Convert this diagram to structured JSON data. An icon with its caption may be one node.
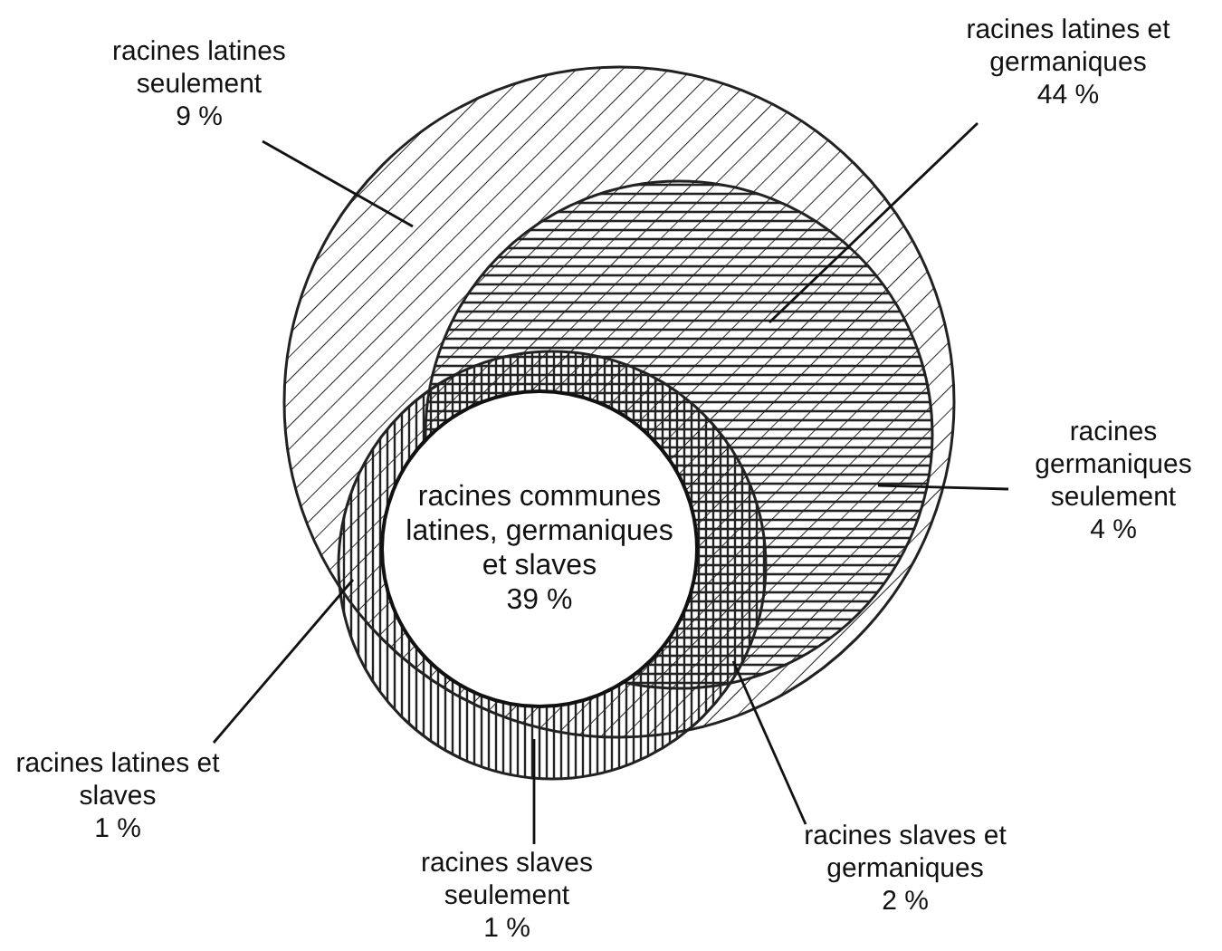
{
  "diagram": {
    "nodes": [
      {
        "text": [
          "racines latines seulement",
          "9 %"
        ]
      },
      {
        "text": [
          "racines latines et germaniques",
          "44 %"
        ]
      },
      {
        "text": [
          "racines germaniques seulement",
          "4 %"
        ]
      },
      {
        "text": [
          "racines communes latines, germaniques et slaves",
          "39 %"
        ]
      },
      {
        "text": [
          "racines latines et slaves",
          "1 %"
        ]
      },
      {
        "text": [
          "racines slaves seulement",
          "1 %"
        ]
      },
      {
        "text": [
          "racines slaves et germaniques",
          "2 %"
        ]
      }
    ],
    "edges": [
      {
        "from": 0,
        "to": null,
        "arrow": "none"
      },
      {
        "from": 1,
        "to": null,
        "arrow": "none"
      },
      {
        "from": 2,
        "to": null,
        "arrow": "none"
      },
      {
        "from": 4,
        "to": null,
        "arrow": "none"
      },
      {
        "from": 5,
        "to": null,
        "arrow": "none"
      },
      {
        "from": 6,
        "to": null,
        "arrow": "none"
      }
    ]
  }
}
